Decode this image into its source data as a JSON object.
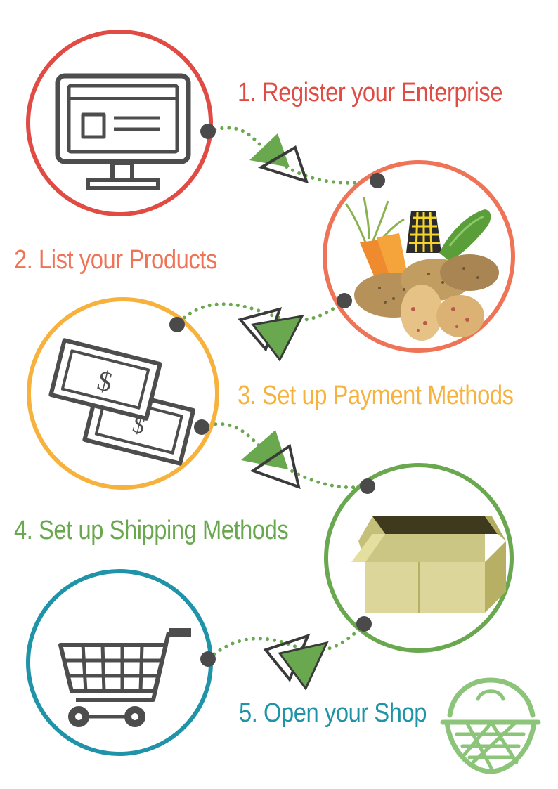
{
  "steps": [
    {
      "label": "1. Register your Enterprise",
      "color": "#e04b44",
      "icon": "computer-monitor-icon"
    },
    {
      "label": "2. List your Products",
      "color": "#ee7357",
      "icon": "vegetables-bread-icon"
    },
    {
      "label": "3. Set up Payment Methods",
      "color": "#f7b23e",
      "icon": "dollar-bills-icon"
    },
    {
      "label": "4. Set up Shipping Methods",
      "color": "#6aa84f",
      "icon": "open-box-icon"
    },
    {
      "label": "5. Open your Shop",
      "color": "#1f93a8",
      "icon": "shopping-cart-icon"
    }
  ],
  "colors": {
    "connector": "#6aa84f",
    "dot": "#4a4a4a",
    "icon_stroke": "#4d4d4d",
    "logo": "#8cc47a"
  },
  "logo_icon": "basket-logo-icon"
}
